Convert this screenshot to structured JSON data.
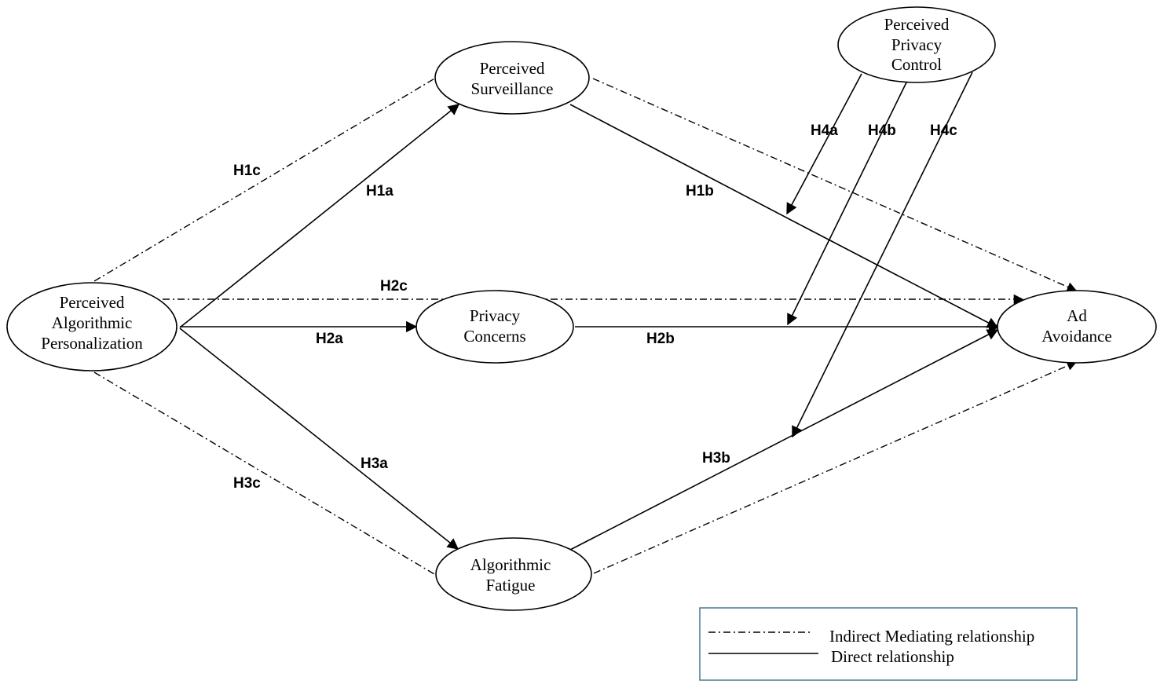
{
  "nodes": {
    "pap": [
      "Perceived",
      "Algorithmic",
      "Personalization"
    ],
    "ps": [
      "Perceived",
      "Surveillance"
    ],
    "pc": [
      "Privacy",
      "Concerns"
    ],
    "af": [
      "Algorithmic",
      "Fatigue"
    ],
    "aa": [
      "Ad",
      "Avoidance"
    ],
    "ppc": [
      "Perceived",
      "Privacy",
      "Control"
    ]
  },
  "hypotheses": {
    "h1a": "H1a",
    "h1b": "H1b",
    "h1c": "H1c",
    "h2a": "H2a",
    "h2b": "H2b",
    "h2c": "H2c",
    "h3a": "H3a",
    "h3b": "H3b",
    "h3c": "H3c",
    "h4a": "H4a",
    "h4b": "H4b",
    "h4c": "H4c"
  },
  "legend": {
    "indirect": "Indirect Mediating relationship",
    "direct": "Direct relationship"
  }
}
